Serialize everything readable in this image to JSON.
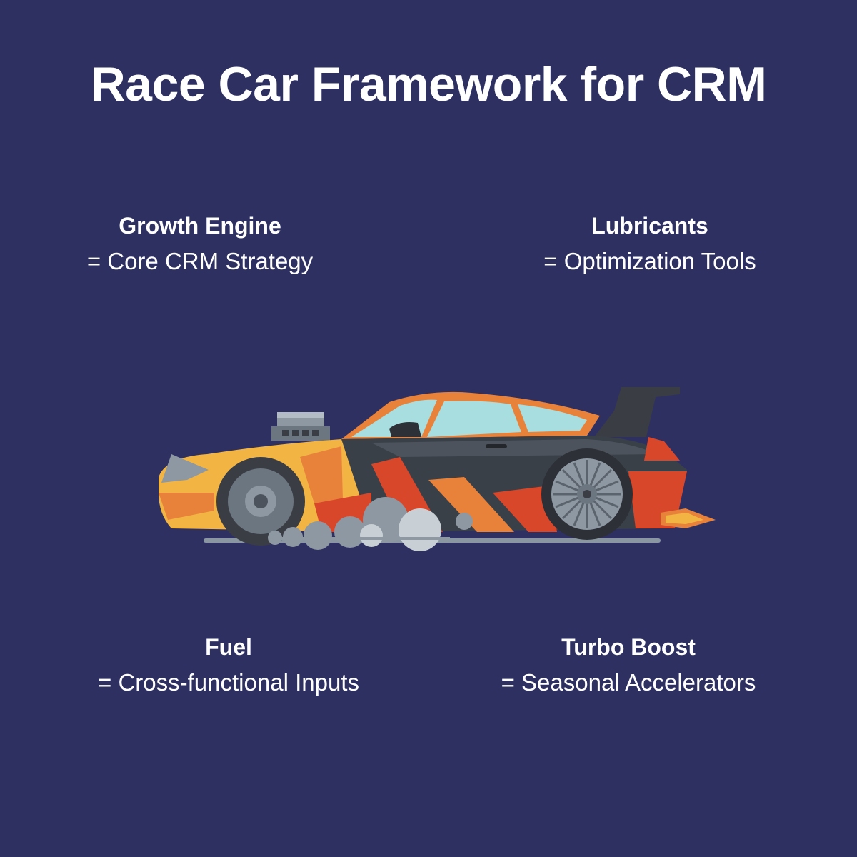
{
  "title": "Race Car Framework for CRM",
  "components": [
    {
      "heading": "Growth Engine",
      "description": "= Core CRM Strategy"
    },
    {
      "heading": "Lubricants",
      "description": "= Optimization Tools"
    },
    {
      "heading": "Fuel",
      "description": "= Cross-functional Inputs"
    },
    {
      "heading": "Turbo Boost",
      "description": "= Seasonal Accelerators"
    }
  ],
  "colors": {
    "background": "#2e3062",
    "text": "#ffffff",
    "car_orange": "#e8823a",
    "car_yellow": "#f2b544",
    "car_red": "#d9472b",
    "car_dark": "#3a4048",
    "window": "#a8dee0"
  },
  "illustration": "race-car-icon"
}
